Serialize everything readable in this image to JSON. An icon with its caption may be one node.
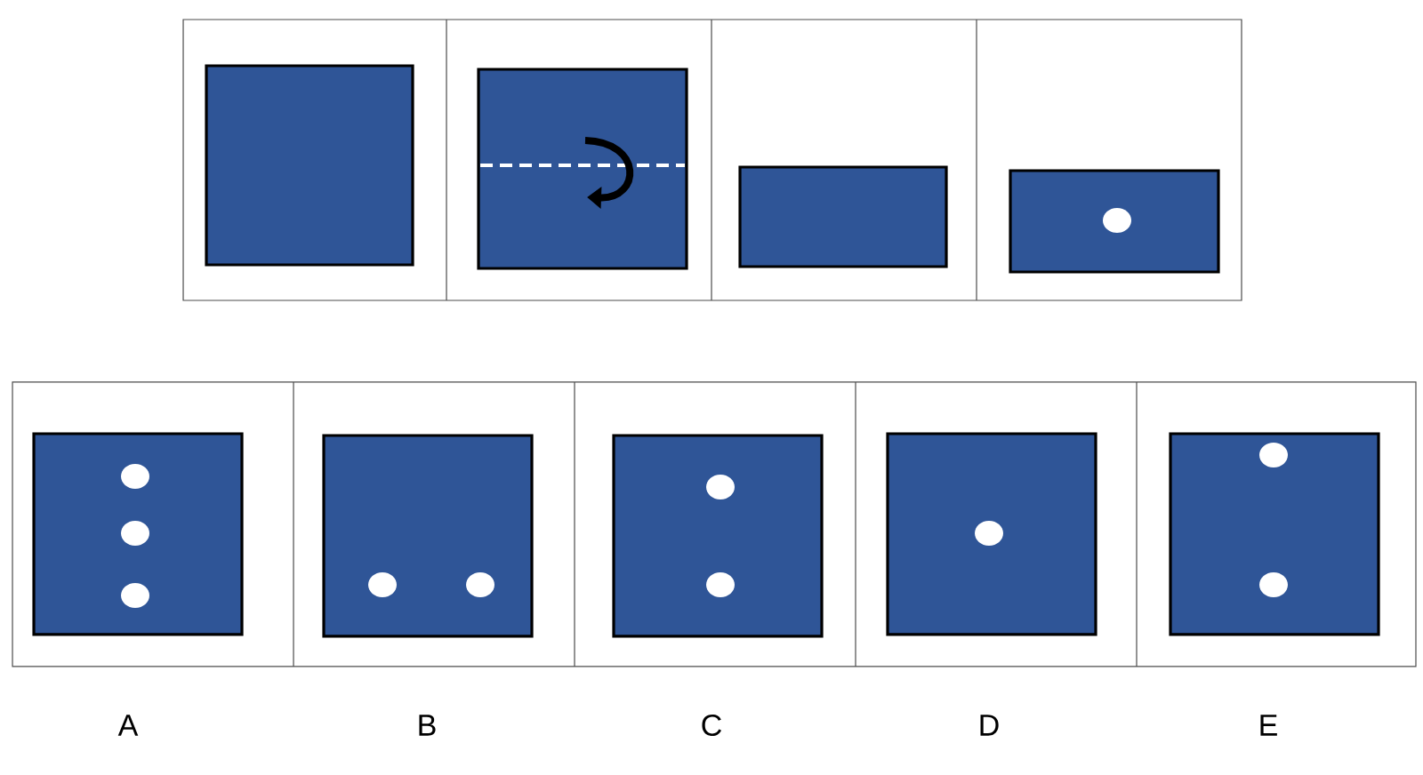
{
  "diagram": {
    "labels": [
      "A",
      "B",
      "C",
      "D",
      "E"
    ]
  }
}
